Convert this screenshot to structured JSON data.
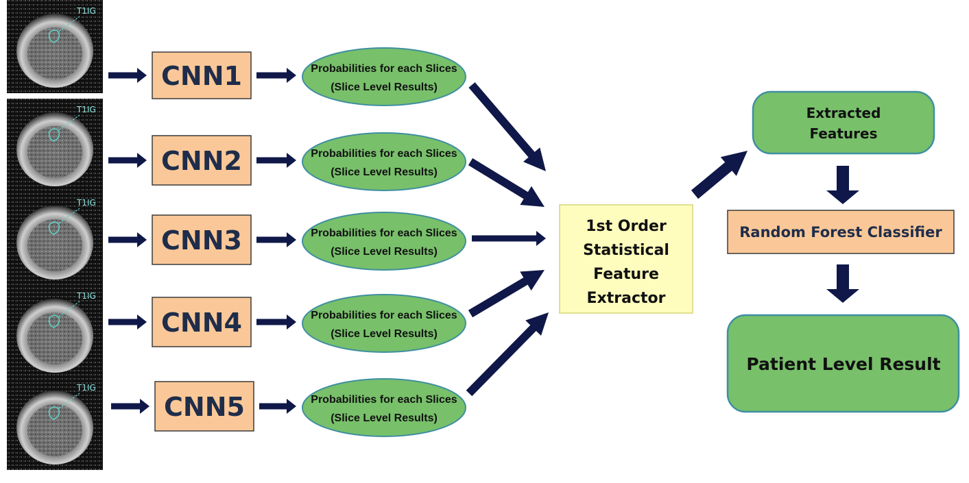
{
  "slices": [
    {
      "label": "T1IG"
    },
    {
      "label": "T1IG"
    },
    {
      "label": "T1IG"
    },
    {
      "label": "T1IG"
    },
    {
      "label": "T1IG"
    }
  ],
  "cnns": [
    {
      "label": "CNN1"
    },
    {
      "label": "CNN2"
    },
    {
      "label": "CNN3"
    },
    {
      "label": "CNN4"
    },
    {
      "label": "CNN5"
    }
  ],
  "probabilities": [
    {
      "line1": "Probabilities for each Slices",
      "line2": "(Slice Level Results)"
    },
    {
      "line1": "Probabilities for each Slices",
      "line2": "(Slice Level Results)"
    },
    {
      "line1": "Probabilities for each Slices",
      "line2": "(Slice Level Results)"
    },
    {
      "line1": "Probabilities for each Slices",
      "line2": "(Slice Level Results)"
    },
    {
      "line1": "Probabilities for each Slices",
      "line2": "(Slice Level Results)"
    }
  ],
  "extractor": {
    "lines": [
      "1st Order",
      "Statistical",
      "Feature",
      "Extractor"
    ]
  },
  "features": {
    "lines": [
      "Extracted",
      "Features"
    ]
  },
  "classifier": {
    "label": "Random Forest Classifier"
  },
  "result": {
    "label": "Patient Level Result"
  },
  "colors": {
    "arrow": "#0f1848",
    "cnn_fill": "#fac898",
    "cnn_text": "#1f2d4a",
    "green_fill": "#78c06a",
    "green_stroke": "#3f8fa0",
    "yellow_fill": "#fefdbd",
    "text_dark": "#111111"
  }
}
